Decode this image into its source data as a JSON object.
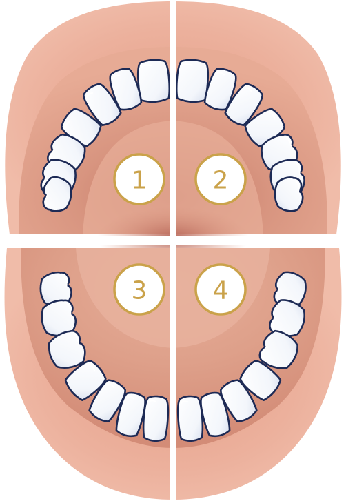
{
  "quadrants": [
    {
      "id": "upper-right",
      "label": "1"
    },
    {
      "id": "upper-left",
      "label": "2"
    },
    {
      "id": "lower-right",
      "label": "3"
    },
    {
      "id": "lower-left",
      "label": "4"
    }
  ],
  "colors": {
    "gum": "#ebb09c",
    "gum_dark": "#d9907a",
    "mouth": "#dc9c84",
    "palate": "#e6ad97",
    "throat": "#c47a66",
    "tooth_fill": "#ffffff",
    "tooth_shade": "#dfe6f3",
    "tooth_outline": "#1d2a55",
    "badge_ring": "#caa24a",
    "badge_fill": "#ffffff",
    "badge_text": "#caa24a",
    "divider": "#ffffff",
    "background": "#ffffff"
  }
}
